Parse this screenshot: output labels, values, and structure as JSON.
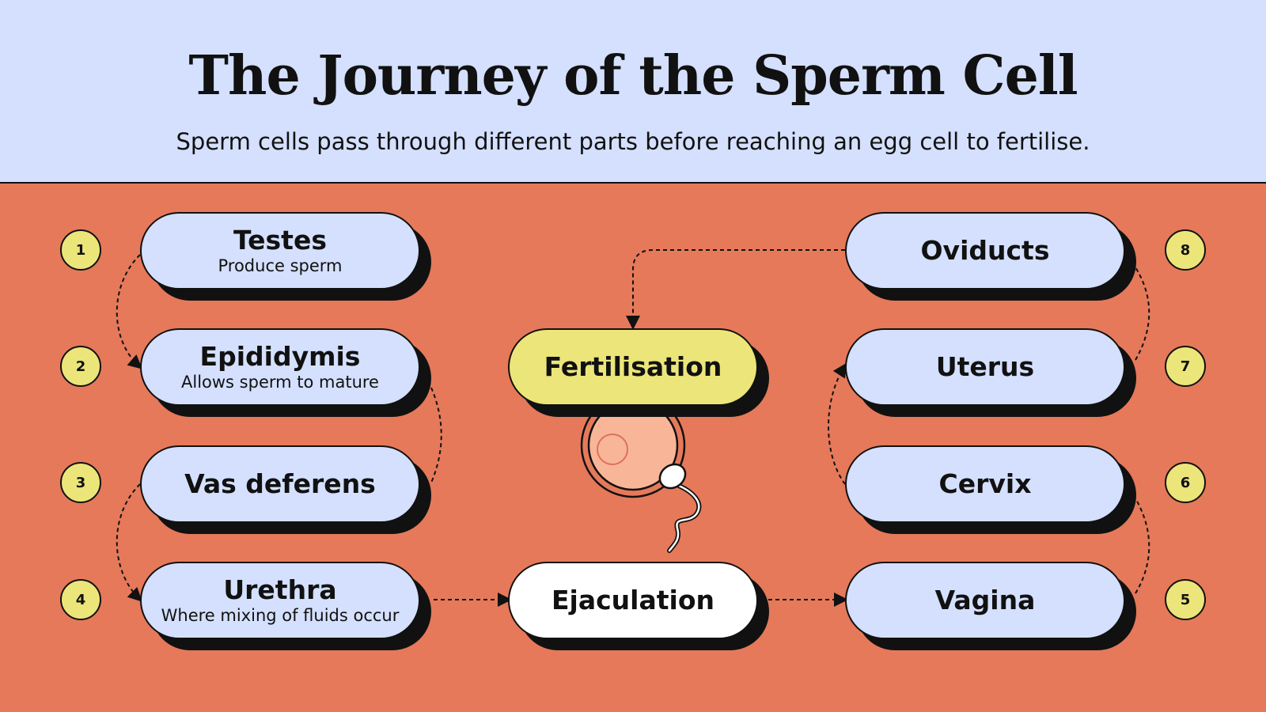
{
  "header": {
    "title": "The Journey of the Sperm Cell",
    "subtitle": "Sperm cells pass through different parts before reaching an egg cell to fertilise."
  },
  "stages": [
    {
      "number": "1",
      "name": "Testes",
      "description": "Produce sperm"
    },
    {
      "number": "2",
      "name": "Epididymis",
      "description": "Allows sperm to mature"
    },
    {
      "number": "3",
      "name": "Vas deferens",
      "description": ""
    },
    {
      "number": "4",
      "name": "Urethra",
      "description": "Where mixing of fluids occur"
    },
    {
      "number": "5",
      "name": "Vagina",
      "description": ""
    },
    {
      "number": "6",
      "name": "Cervix",
      "description": ""
    },
    {
      "number": "7",
      "name": "Uterus",
      "description": ""
    },
    {
      "number": "8",
      "name": "Oviducts",
      "description": ""
    }
  ],
  "events": {
    "ejaculation": "Ejaculation",
    "fertilisation": "Fertilisation"
  },
  "colors": {
    "header_bg": "#d4e0fd",
    "body_bg": "#e5795a",
    "pill_blue": "#d4e0fd",
    "pill_yellow": "#ece57a",
    "pill_white": "#ffffff",
    "badge_yellow": "#ece57a",
    "egg_fill": "#f9b598",
    "outline": "#111111"
  }
}
